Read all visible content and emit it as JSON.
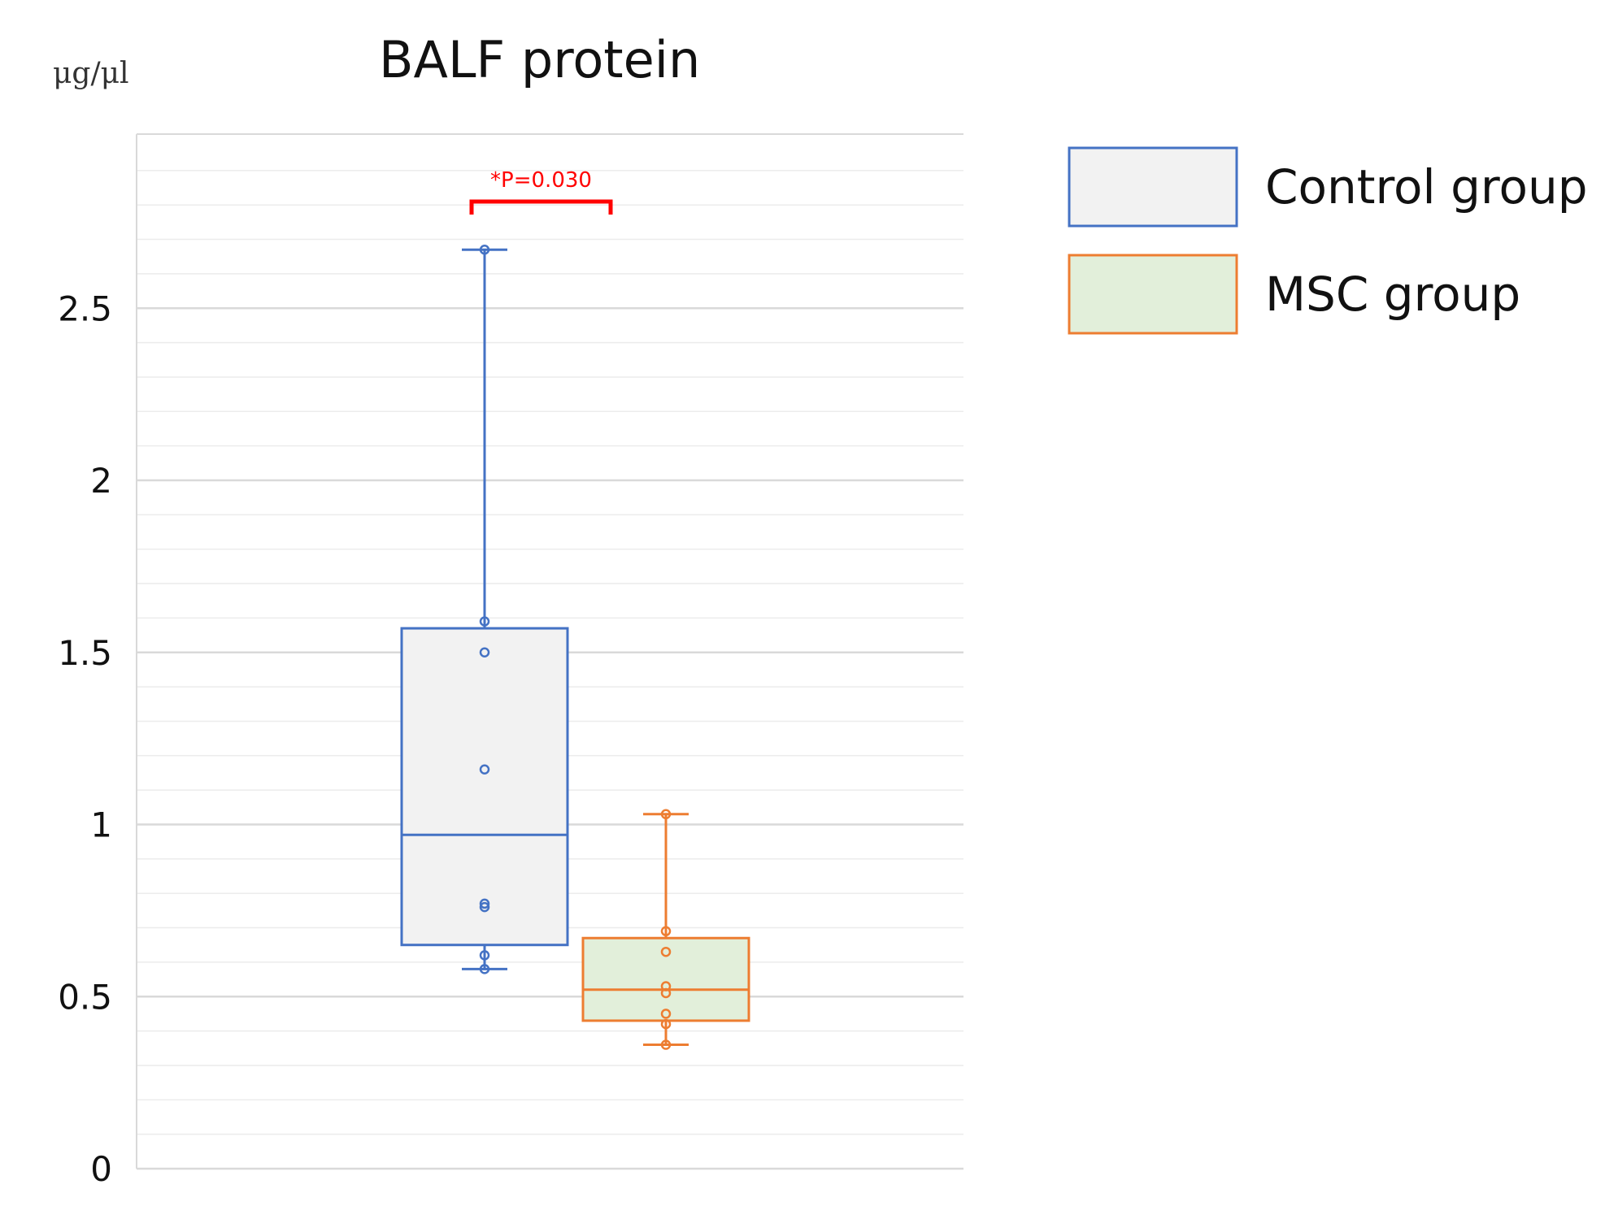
{
  "chart_data": {
    "type": "box",
    "title": "BALF protein",
    "ylabel": "μg/μl",
    "xlabel": "",
    "ylim": [
      0,
      3.0
    ],
    "yticks": [
      {
        "value": 0,
        "label": "0"
      },
      {
        "value": 0.5,
        "label": "0.5"
      },
      {
        "value": 1,
        "label": "1"
      },
      {
        "value": 1.5,
        "label": "1.5"
      },
      {
        "value": 2,
        "label": "2"
      },
      {
        "value": 2.5,
        "label": "2.5"
      }
    ],
    "grid": true,
    "minor_grid_step": 0.1,
    "legend_position": "right",
    "series": [
      {
        "name": "Control group",
        "stroke": "#4472c4",
        "fill": "#f2f2f2",
        "whisker_low": 0.58,
        "q1": 0.65,
        "median": 0.97,
        "q3": 1.57,
        "whisker_high": 2.67,
        "points": [
          2.67,
          1.59,
          1.5,
          1.16,
          0.77,
          0.76,
          0.62,
          0.58
        ]
      },
      {
        "name": "MSC group",
        "stroke": "#ed7d31",
        "fill": "#e2efda",
        "whisker_low": 0.36,
        "q1": 0.43,
        "median": 0.52,
        "q3": 0.67,
        "whisker_high": 1.03,
        "points": [
          1.03,
          0.69,
          0.63,
          0.53,
          0.51,
          0.45,
          0.42,
          0.36
        ]
      }
    ],
    "annotation": {
      "text": "*P=0.030",
      "color": "#ff0000"
    }
  }
}
